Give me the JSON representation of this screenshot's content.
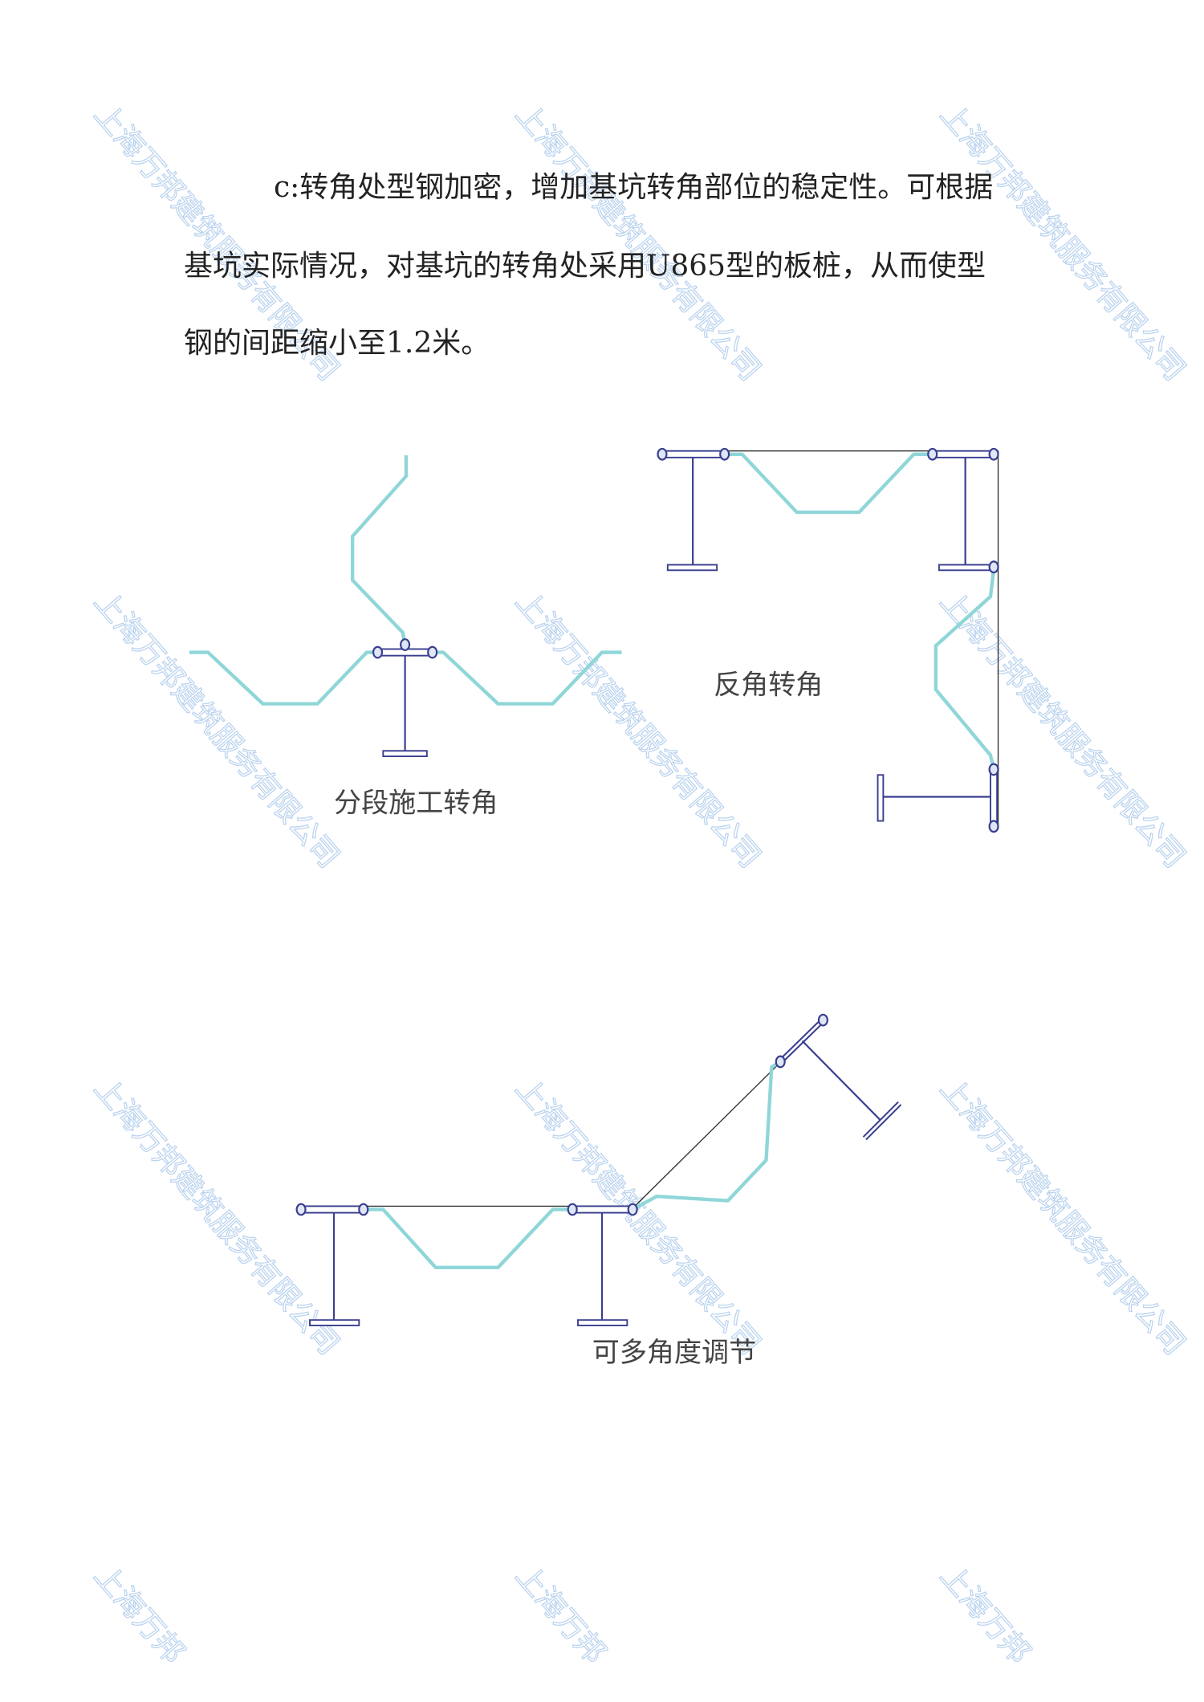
{
  "paragraph": {
    "line1": "c:转角处型钢加密，增加基坑转角部位的稳定性。可根据",
    "line2": "基坑实际情况，对基坑的转角处采用U865型的板桩，从而使型",
    "line3": "钢的间距缩小至1.2米。"
  },
  "figures": {
    "segmented_corner_label": "分段施工转角",
    "reverse_corner_label": "反角转角",
    "adjustable_angle_label": "可多角度调节"
  },
  "watermark": "上海万邦建筑服务有限公司",
  "colors": {
    "sheet_pile": "#8fd6d8",
    "steel": "#3a3f8f",
    "watermark": "#b9d2ee"
  }
}
